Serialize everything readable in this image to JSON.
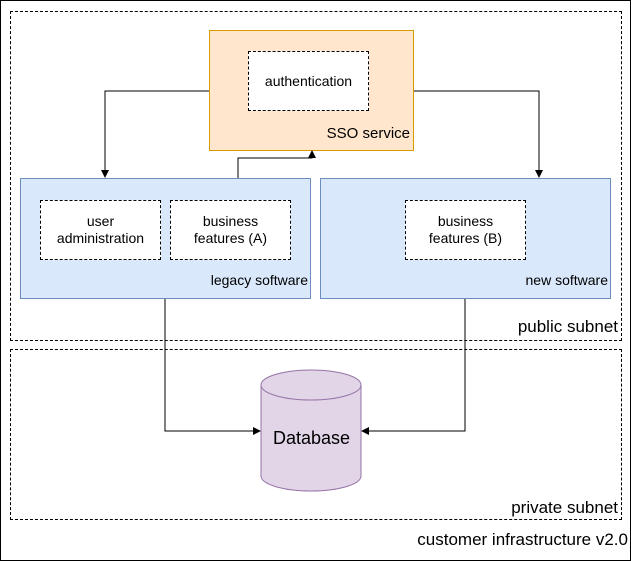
{
  "container": {
    "label": "customer infrastructure v2.0"
  },
  "public_subnet": {
    "label": "public subnet"
  },
  "private_subnet": {
    "label": "private subnet"
  },
  "sso_service": {
    "label": "SSO service",
    "inner": "authentication"
  },
  "legacy_software": {
    "label": "legacy software",
    "features": [
      "user administration",
      "business features (A)"
    ]
  },
  "new_software": {
    "label": "new software",
    "features": [
      "business features (B)"
    ]
  },
  "database": {
    "label": "Database"
  },
  "colors": {
    "sso_fill": "#ffe6cc",
    "sso_stroke": "#d79b00",
    "software_fill": "#dae8fc",
    "software_stroke": "#6c8ebf",
    "database_fill": "#e1d5e7",
    "database_stroke": "#9673a6"
  }
}
